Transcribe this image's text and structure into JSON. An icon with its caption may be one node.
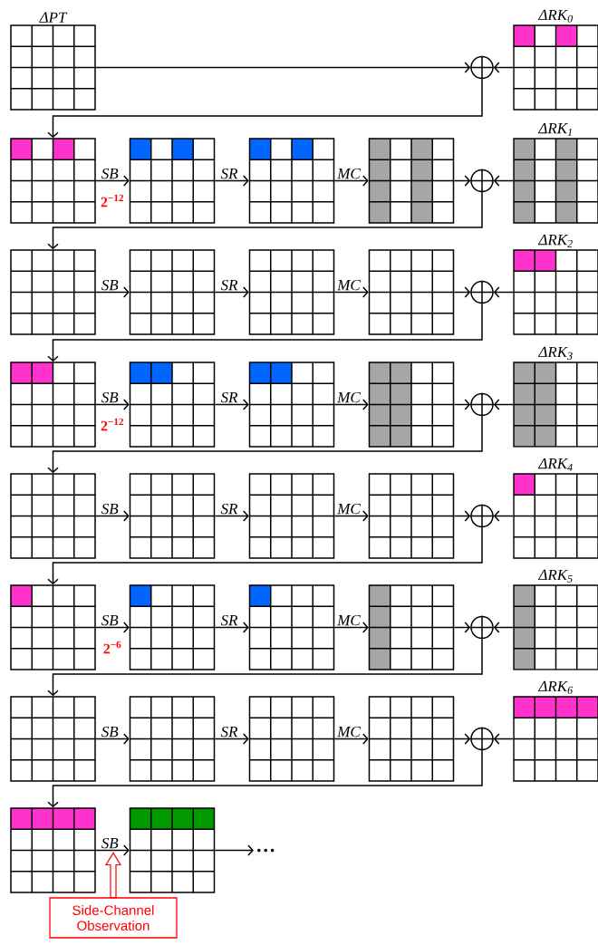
{
  "diagram": {
    "nodes": [
      {
        "text": [
          "ΔPT"
        ]
      },
      {
        "text": [
          "ΔRK$_{0}$"
        ]
      },
      {
        "text": [],
        "shape": "circle"
      },
      {
        "text": [],
        "shape": "grid"
      },
      {
        "text": [],
        "shape": "grid"
      },
      {
        "text": [],
        "shape": "grid"
      },
      {
        "text": [],
        "shape": "grid"
      },
      {
        "text": [],
        "shape": "circle"
      },
      {
        "text": [
          "ΔRK$_{1}$"
        ]
      },
      {
        "text": [],
        "shape": "grid"
      },
      {
        "text": [],
        "shape": "grid"
      },
      {
        "text": [],
        "shape": "grid"
      },
      {
        "text": [],
        "shape": "grid"
      },
      {
        "text": [],
        "shape": "circle"
      },
      {
        "text": [
          "ΔRK$_{2}$"
        ]
      },
      {
        "text": [],
        "shape": "grid"
      },
      {
        "text": [],
        "shape": "grid"
      },
      {
        "text": [],
        "shape": "grid"
      },
      {
        "text": [],
        "shape": "grid"
      },
      {
        "text": [],
        "shape": "circle"
      },
      {
        "text": [
          "ΔRK$_{3}$"
        ]
      },
      {
        "text": [],
        "shape": "grid"
      },
      {
        "text": [],
        "shape": "grid"
      },
      {
        "text": [],
        "shape": "grid"
      },
      {
        "text": [],
        "shape": "grid"
      },
      {
        "text": [],
        "shape": "circle"
      },
      {
        "text": [
          "ΔRK$_{4}$"
        ]
      },
      {
        "text": [],
        "shape": "grid"
      },
      {
        "text": [],
        "shape": "grid"
      },
      {
        "text": [],
        "shape": "grid"
      },
      {
        "text": [],
        "shape": "grid"
      },
      {
        "text": [],
        "shape": "circle"
      },
      {
        "text": [
          "ΔRK$_{5}$"
        ]
      },
      {
        "text": [],
        "shape": "grid"
      },
      {
        "text": [],
        "shape": "grid"
      },
      {
        "text": [],
        "shape": "grid"
      },
      {
        "text": [],
        "shape": "grid"
      },
      {
        "text": [],
        "shape": "circle"
      },
      {
        "text": [
          "ΔRK$_{6}$"
        ]
      },
      {
        "text": [],
        "shape": "grid"
      },
      {
        "text": [],
        "shape": "grid"
      },
      {
        "text": [
          "…"
        ]
      },
      {
        "text": [
          "Side-Channel Observation"
        ]
      }
    ],
    "edges": [
      {
        "from": 0,
        "to": 2,
        "arrow": "to"
      },
      {
        "from": 1,
        "to": 2,
        "arrow": "to"
      },
      {
        "from": 2,
        "to": 3,
        "arrow": "to"
      },
      {
        "from": 3,
        "to": 4,
        "arrow": "to",
        "label": "SB"
      },
      {
        "from": 4,
        "to": 5,
        "arrow": "to",
        "label": "SR"
      },
      {
        "from": 5,
        "to": 6,
        "arrow": "to",
        "label": "MC"
      },
      {
        "from": 6,
        "to": 7,
        "arrow": "to"
      },
      {
        "from": 8,
        "to": 7,
        "arrow": "to"
      },
      {
        "from": 7,
        "to": 9,
        "arrow": "to"
      },
      {
        "from": 9,
        "to": 10,
        "arrow": "to",
        "label": "SB"
      },
      {
        "from": 10,
        "to": 11,
        "arrow": "to",
        "label": "SR"
      },
      {
        "from": 11,
        "to": 12,
        "arrow": "to",
        "label": "MC"
      },
      {
        "from": 12,
        "to": 13,
        "arrow": "to"
      },
      {
        "from": 14,
        "to": 13,
        "arrow": "to"
      },
      {
        "from": 13,
        "to": 15,
        "arrow": "to"
      },
      {
        "from": 15,
        "to": 16,
        "arrow": "to",
        "label": "SB"
      },
      {
        "from": 16,
        "to": 17,
        "arrow": "to",
        "label": "SR"
      },
      {
        "from": 17,
        "to": 18,
        "arrow": "to",
        "label": "MC"
      },
      {
        "from": 18,
        "to": 19,
        "arrow": "to"
      },
      {
        "from": 20,
        "to": 19,
        "arrow": "to"
      },
      {
        "from": 19,
        "to": 21,
        "arrow": "to"
      },
      {
        "from": 21,
        "to": 22,
        "arrow": "to",
        "label": "SB"
      },
      {
        "from": 22,
        "to": 23,
        "arrow": "to",
        "label": "SR"
      },
      {
        "from": 23,
        "to": 24,
        "arrow": "to",
        "label": "MC"
      },
      {
        "from": 24,
        "to": 25,
        "arrow": "to"
      },
      {
        "from": 26,
        "to": 25,
        "arrow": "to"
      },
      {
        "from": 25,
        "to": 27,
        "arrow": "to"
      },
      {
        "from": 27,
        "to": 28,
        "arrow": "to",
        "label": "SB"
      },
      {
        "from": 28,
        "to": 29,
        "arrow": "to",
        "label": "SR"
      },
      {
        "from": 29,
        "to": 30,
        "arrow": "to",
        "label": "MC"
      },
      {
        "from": 30,
        "to": 31,
        "arrow": "to"
      },
      {
        "from": 32,
        "to": 31,
        "arrow": "to"
      },
      {
        "from": 31,
        "to": 33,
        "arrow": "to"
      },
      {
        "from": 33,
        "to": 34,
        "arrow": "to",
        "label": "SB"
      },
      {
        "from": 34,
        "to": 35,
        "arrow": "to",
        "label": "SR"
      },
      {
        "from": 35,
        "to": 36,
        "arrow": "to",
        "label": "MC"
      },
      {
        "from": 36,
        "to": 37,
        "arrow": "to"
      },
      {
        "from": 38,
        "to": 37,
        "arrow": "to"
      },
      {
        "from": 37,
        "to": 39,
        "arrow": "to"
      },
      {
        "from": 39,
        "to": 40,
        "arrow": "to",
        "label": "SB"
      },
      {
        "from": 40,
        "to": 41,
        "arrow": "to"
      },
      {
        "from": 42,
        "to": null,
        "arrow": "to",
        "color": "#ff0000"
      }
    ],
    "labels": [
      "2$^{−12}$",
      "2$^{−12}$",
      "2$^{−6}$"
    ]
  }
}
